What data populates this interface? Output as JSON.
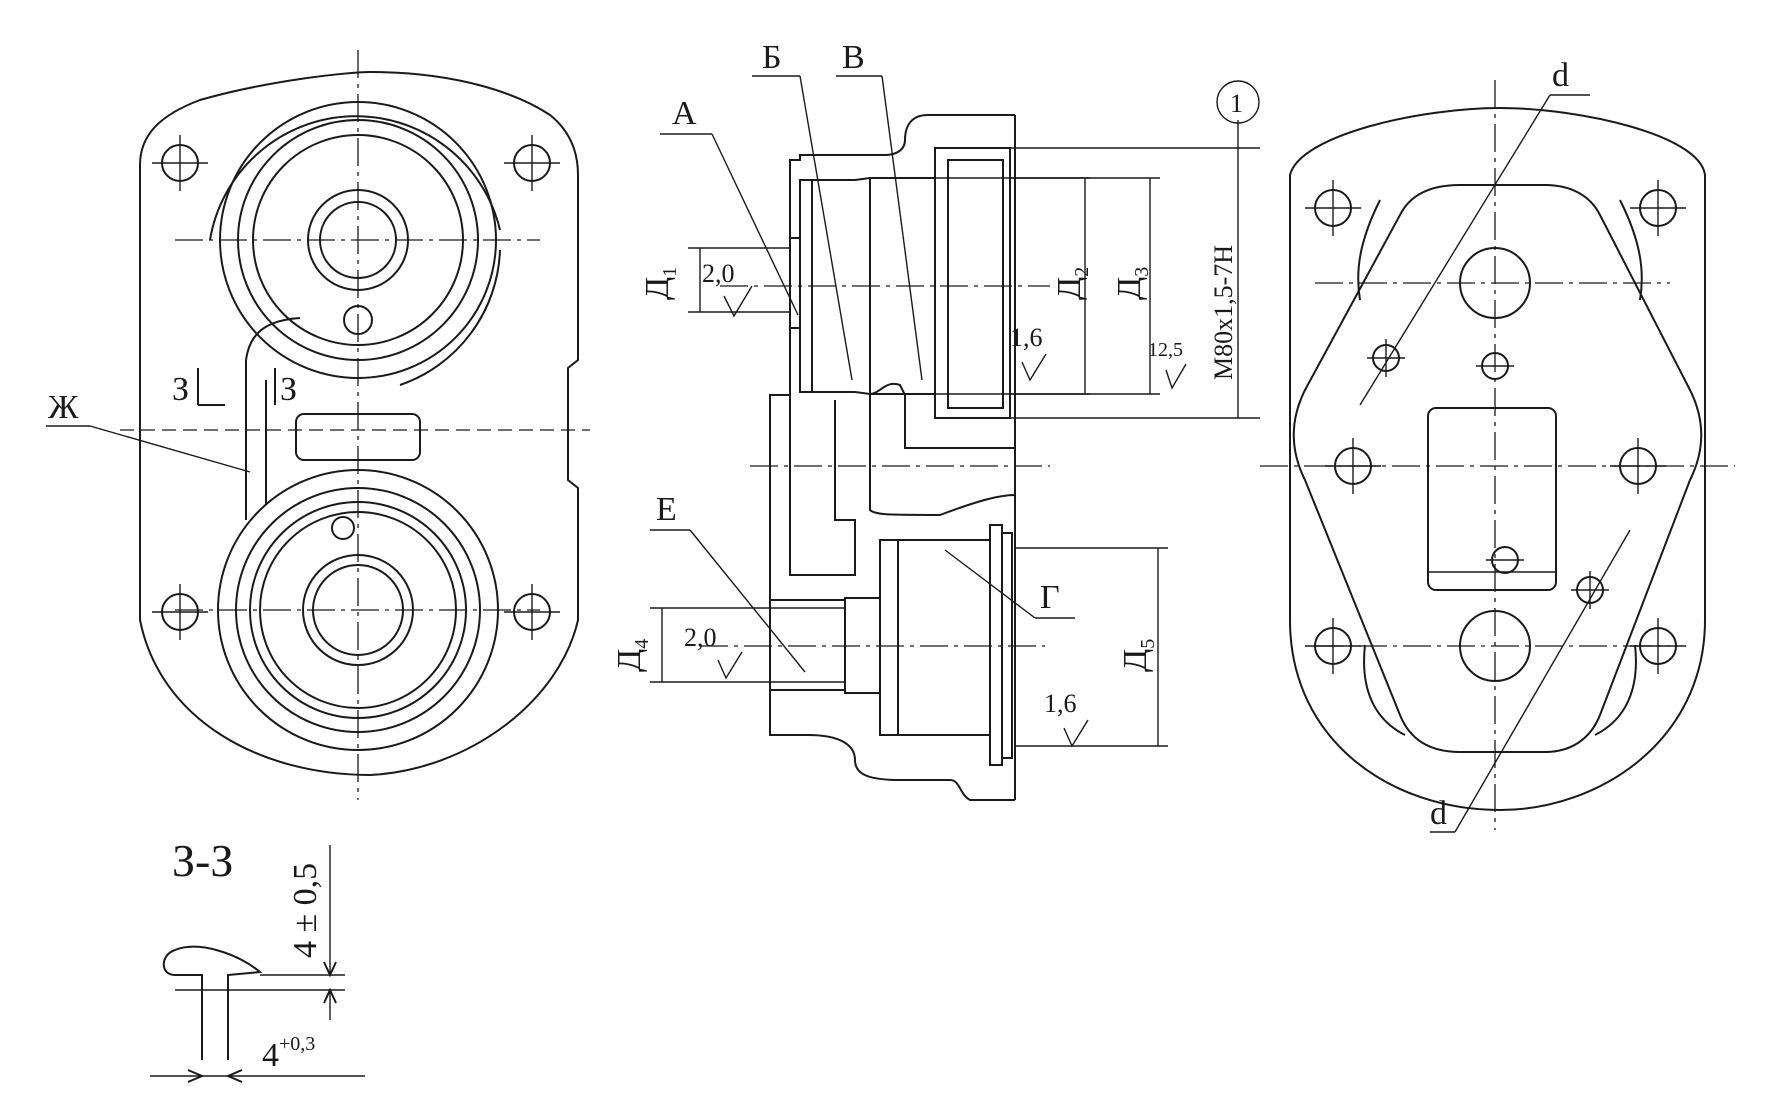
{
  "labels": {
    "A": "А",
    "B": "Б",
    "V": "В",
    "G": "Г",
    "E": "Е",
    "Zh": "Ж",
    "Z_left": "З",
    "Z_right": "З",
    "d_top": "d",
    "d_bottom": "d",
    "callout_1": "1"
  },
  "dimensions": {
    "D1": "Д",
    "D1_sub": "1",
    "D2": "Д",
    "D2_sub": "2",
    "D3": "Д",
    "D3_sub": "3",
    "D4": "Д",
    "D4_sub": "4",
    "D5": "Д",
    "D5_sub": "5",
    "thread": "М80х1,5-7Н"
  },
  "roughness": {
    "r1": "2,0",
    "r2": "1,6",
    "r3": "12,5",
    "r4": "2,0",
    "r5": "1,6"
  },
  "section": {
    "title": "З-З",
    "height_tol": "4 ± 0,5",
    "width_base": "4",
    "width_tol": "+0,3"
  }
}
